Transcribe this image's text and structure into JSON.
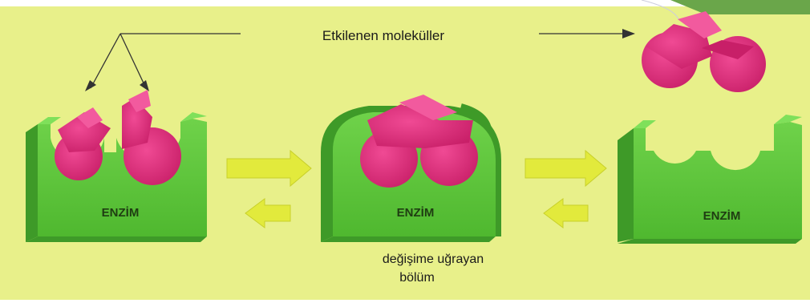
{
  "labels": {
    "molecules": "Etkilenen moleküller",
    "enzyme_left": "ENZİM",
    "enzyme_middle": "ENZİM",
    "enzyme_right": "ENZİM",
    "changed_part_line1": "değişime uğrayan",
    "changed_part_line2": "bölüm"
  },
  "colors": {
    "background": "#e8f08a",
    "enzyme": "#5cc63a",
    "enzyme_dark": "#3e9a28",
    "molecule": "#e0307e",
    "molecule_dark": "#a81c5a",
    "arrow": "#e2ea3c",
    "corner_accent": "#6aa64a"
  }
}
